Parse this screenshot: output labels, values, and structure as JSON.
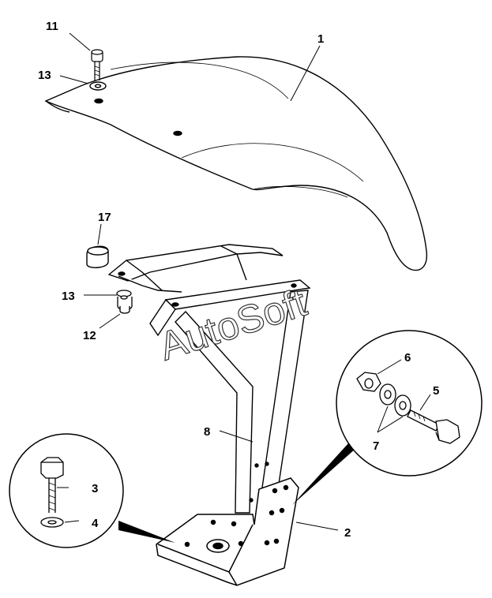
{
  "watermark": "AutoSoft",
  "callouts": {
    "c1": "1",
    "c2": "2",
    "c3": "3",
    "c4": "4",
    "c5": "5",
    "c6": "6",
    "c7": "7",
    "c8": "8",
    "c11": "11",
    "c12": "12",
    "c13a": "13",
    "c13b": "13",
    "c17": "17"
  },
  "colors": {
    "line": "#000000",
    "background": "#ffffff",
    "watermark_outline": "#333333"
  }
}
